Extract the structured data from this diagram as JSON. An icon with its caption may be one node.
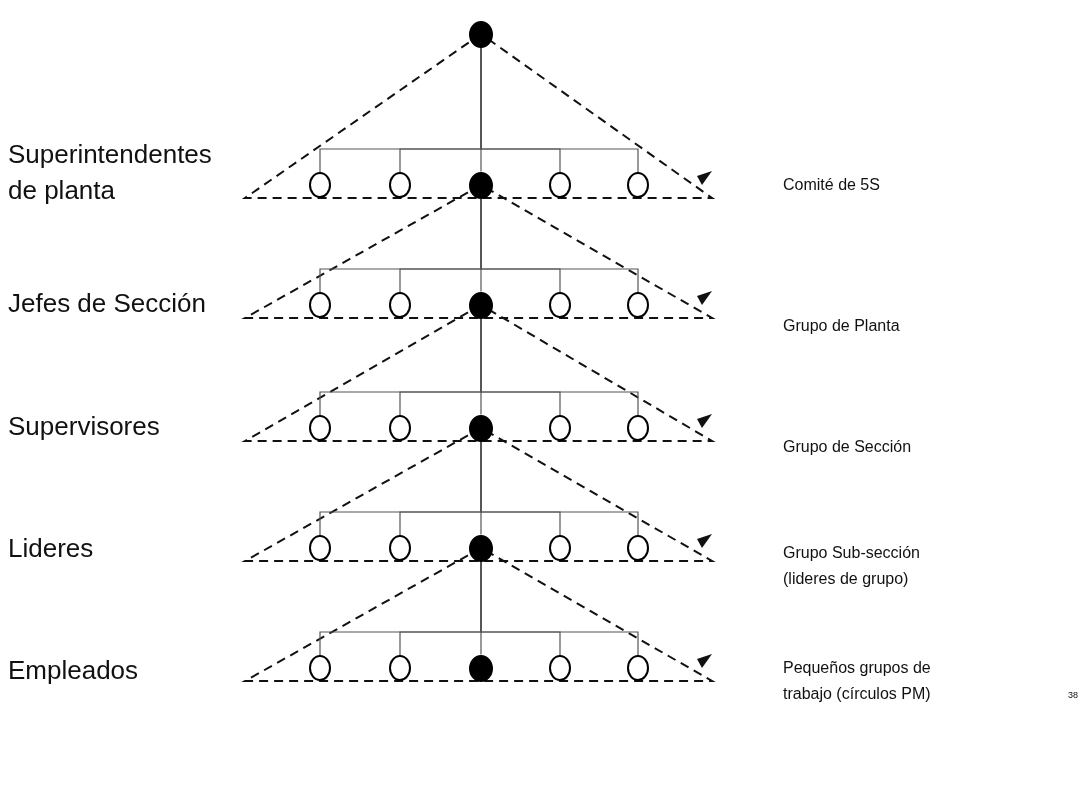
{
  "diagram": {
    "nodes": [
      {
        "text": [],
        "shape": "dot"
      },
      {
        "text": [],
        "shape": "circle"
      },
      {
        "text": [],
        "shape": "circle"
      },
      {
        "text": [],
        "shape": "dot"
      },
      {
        "text": [],
        "shape": "circle"
      },
      {
        "text": [],
        "shape": "circle"
      },
      {
        "text": [],
        "shape": "circle"
      },
      {
        "text": [],
        "shape": "circle"
      },
      {
        "text": [],
        "shape": "dot"
      },
      {
        "text": [],
        "shape": "circle"
      },
      {
        "text": [],
        "shape": "circle"
      },
      {
        "text": [],
        "shape": "circle"
      },
      {
        "text": [],
        "shape": "circle"
      },
      {
        "text": [],
        "shape": "dot"
      },
      {
        "text": [],
        "shape": "circle"
      },
      {
        "text": [],
        "shape": "circle"
      },
      {
        "text": [],
        "shape": "circle"
      },
      {
        "text": [],
        "shape": "circle"
      },
      {
        "text": [],
        "shape": "dot"
      },
      {
        "text": [],
        "shape": "circle"
      },
      {
        "text": [],
        "shape": "circle"
      },
      {
        "text": [],
        "shape": "circle"
      },
      {
        "text": [],
        "shape": "circle"
      },
      {
        "text": [],
        "shape": "dot"
      },
      {
        "text": [],
        "shape": "circle"
      },
      {
        "text": [],
        "shape": "circle"
      }
    ],
    "edges": [
      {
        "from": 0,
        "to": 1,
        "arrow": "none"
      },
      {
        "from": 0,
        "to": 2,
        "arrow": "none"
      },
      {
        "from": 0,
        "to": 3,
        "arrow": "none"
      },
      {
        "from": 0,
        "to": 4,
        "arrow": "none"
      },
      {
        "from": 0,
        "to": 5,
        "arrow": "none"
      },
      {
        "from": 3,
        "to": 6,
        "arrow": "none"
      },
      {
        "from": 3,
        "to": 7,
        "arrow": "none"
      },
      {
        "from": 3,
        "to": 8,
        "arrow": "none"
      },
      {
        "from": 3,
        "to": 9,
        "arrow": "none"
      },
      {
        "from": 3,
        "to": 10,
        "arrow": "none"
      },
      {
        "from": 8,
        "to": 11,
        "arrow": "none"
      },
      {
        "from": 8,
        "to": 12,
        "arrow": "none"
      },
      {
        "from": 8,
        "to": 13,
        "arrow": "none"
      },
      {
        "from": 8,
        "to": 14,
        "arrow": "none"
      },
      {
        "from": 8,
        "to": 15,
        "arrow": "none"
      },
      {
        "from": 13,
        "to": 16,
        "arrow": "none"
      },
      {
        "from": 13,
        "to": 17,
        "arrow": "none"
      },
      {
        "from": 13,
        "to": 18,
        "arrow": "none"
      },
      {
        "from": 13,
        "to": 19,
        "arrow": "none"
      },
      {
        "from": 13,
        "to": 20,
        "arrow": "none"
      },
      {
        "from": 18,
        "to": 21,
        "arrow": "none"
      },
      {
        "from": 18,
        "to": 22,
        "arrow": "none"
      },
      {
        "from": 18,
        "to": 23,
        "arrow": "none"
      },
      {
        "from": 18,
        "to": 24,
        "arrow": "none"
      },
      {
        "from": 18,
        "to": 25,
        "arrow": "none"
      }
    ],
    "labels": [
      "Superintendentes de planta",
      "Jefes de Sección",
      "Supervisores",
      "Lideres",
      "Empleados",
      "Comité de 5S",
      "Grupo de Planta",
      "Grupo de Sección",
      "Grupo Sub-sección (lideres de grupo)",
      "Pequeños grupos de trabajo (círculos PM)",
      "38"
    ]
  }
}
